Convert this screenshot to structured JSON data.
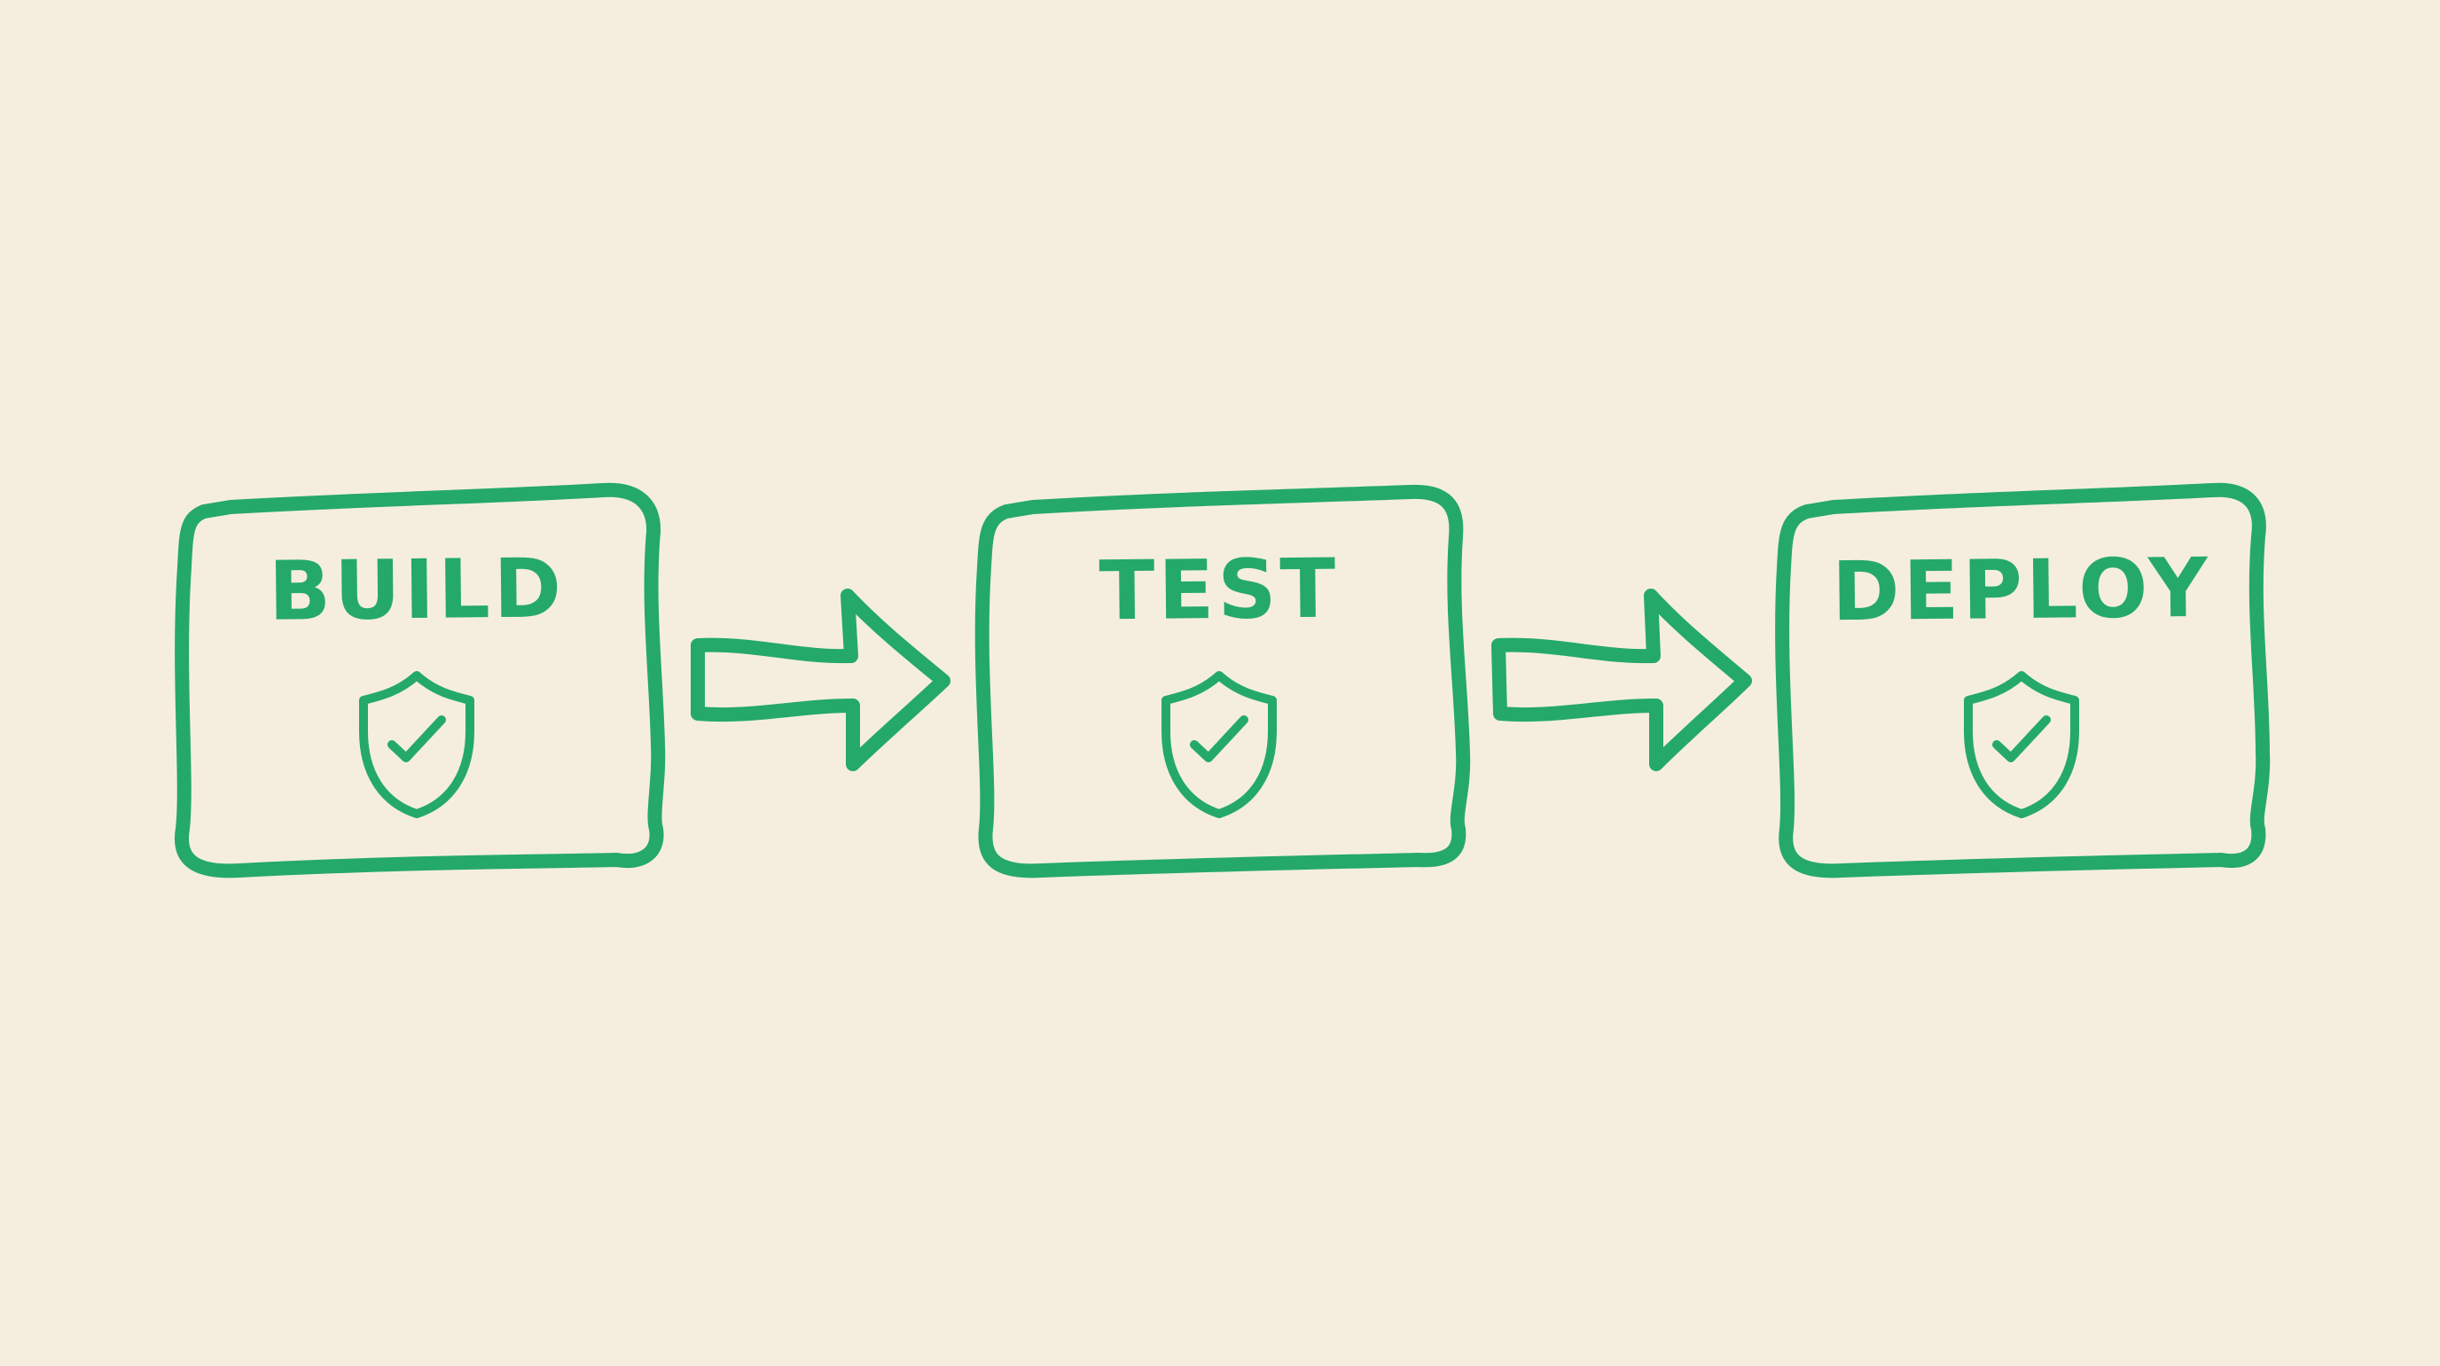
{
  "diagram": {
    "type": "pipeline-flow",
    "colors": {
      "background": "#F5EEDF",
      "stroke": "#25A96B"
    },
    "stages": [
      {
        "label": "BUILD",
        "icon": "shield-check-icon"
      },
      {
        "label": "TEST",
        "icon": "shield-check-icon"
      },
      {
        "label": "DEPLOY",
        "icon": "shield-check-icon"
      }
    ],
    "connectors": [
      {
        "from": "BUILD",
        "to": "TEST",
        "icon": "arrow-right-icon"
      },
      {
        "from": "TEST",
        "to": "DEPLOY",
        "icon": "arrow-right-icon"
      }
    ]
  }
}
